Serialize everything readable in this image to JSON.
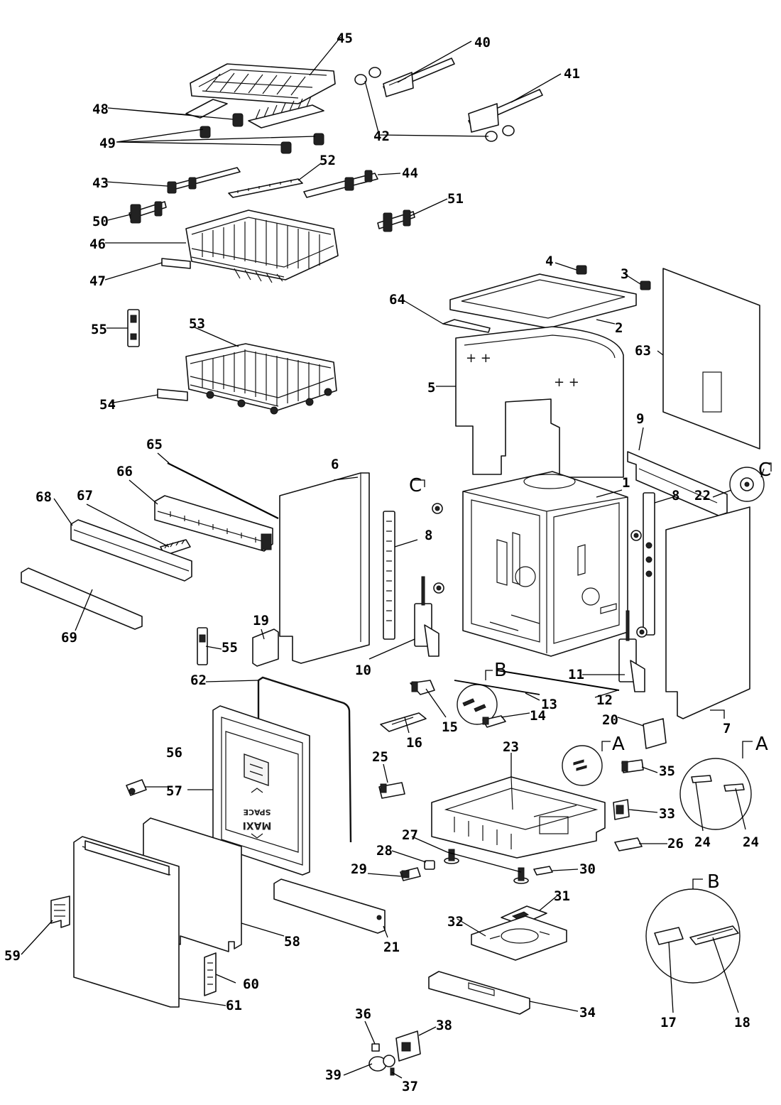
{
  "diagram": {
    "callouts": [
      {
        "id": "c1",
        "label": "1"
      },
      {
        "id": "c2",
        "label": "2"
      },
      {
        "id": "c3",
        "label": "3"
      },
      {
        "id": "c4",
        "label": "4"
      },
      {
        "id": "c5",
        "label": "5"
      },
      {
        "id": "c6",
        "label": "6"
      },
      {
        "id": "c7",
        "label": "7"
      },
      {
        "id": "c8a",
        "label": "8"
      },
      {
        "id": "c8b",
        "label": "8"
      },
      {
        "id": "c9",
        "label": "9"
      },
      {
        "id": "c10",
        "label": "10"
      },
      {
        "id": "c11",
        "label": "11"
      },
      {
        "id": "c12",
        "label": "12"
      },
      {
        "id": "c13",
        "label": "13"
      },
      {
        "id": "c14",
        "label": "14"
      },
      {
        "id": "c15",
        "label": "15"
      },
      {
        "id": "c16",
        "label": "16"
      },
      {
        "id": "c17",
        "label": "17"
      },
      {
        "id": "c18",
        "label": "18"
      },
      {
        "id": "c19",
        "label": "19"
      },
      {
        "id": "c20",
        "label": "20"
      },
      {
        "id": "c21",
        "label": "21"
      },
      {
        "id": "c22",
        "label": "22"
      },
      {
        "id": "c23",
        "label": "23"
      },
      {
        "id": "c24a",
        "label": "24"
      },
      {
        "id": "c24b",
        "label": "24"
      },
      {
        "id": "c25",
        "label": "25"
      },
      {
        "id": "c26",
        "label": "26"
      },
      {
        "id": "c27",
        "label": "27"
      },
      {
        "id": "c28",
        "label": "28"
      },
      {
        "id": "c29",
        "label": "29"
      },
      {
        "id": "c30",
        "label": "30"
      },
      {
        "id": "c31",
        "label": "31"
      },
      {
        "id": "c32",
        "label": "32"
      },
      {
        "id": "c33",
        "label": "33"
      },
      {
        "id": "c34",
        "label": "34"
      },
      {
        "id": "c35",
        "label": "35"
      },
      {
        "id": "c36",
        "label": "36"
      },
      {
        "id": "c37",
        "label": "37"
      },
      {
        "id": "c38",
        "label": "38"
      },
      {
        "id": "c39",
        "label": "39"
      },
      {
        "id": "c40",
        "label": "40"
      },
      {
        "id": "c41",
        "label": "41"
      },
      {
        "id": "c42",
        "label": "42"
      },
      {
        "id": "c43",
        "label": "43"
      },
      {
        "id": "c44",
        "label": "44"
      },
      {
        "id": "c45",
        "label": "45"
      },
      {
        "id": "c46",
        "label": "46"
      },
      {
        "id": "c47",
        "label": "47"
      },
      {
        "id": "c48",
        "label": "48"
      },
      {
        "id": "c49",
        "label": "49"
      },
      {
        "id": "c50",
        "label": "50"
      },
      {
        "id": "c51",
        "label": "51"
      },
      {
        "id": "c52",
        "label": "52"
      },
      {
        "id": "c53",
        "label": "53"
      },
      {
        "id": "c54",
        "label": "54"
      },
      {
        "id": "c55a",
        "label": "55"
      },
      {
        "id": "c55b",
        "label": "55"
      },
      {
        "id": "c56",
        "label": "56"
      },
      {
        "id": "c57",
        "label": "57"
      },
      {
        "id": "c58",
        "label": "58"
      },
      {
        "id": "c59",
        "label": "59"
      },
      {
        "id": "c60",
        "label": "60"
      },
      {
        "id": "c61",
        "label": "61"
      },
      {
        "id": "c62",
        "label": "62"
      },
      {
        "id": "c63",
        "label": "63"
      },
      {
        "id": "c64",
        "label": "64"
      },
      {
        "id": "c65",
        "label": "65"
      },
      {
        "id": "c66",
        "label": "66"
      },
      {
        "id": "c67",
        "label": "67"
      },
      {
        "id": "c68",
        "label": "68"
      },
      {
        "id": "c69",
        "label": "69"
      }
    ],
    "detail_markers": {
      "a_ref": "A",
      "a_detail": "A",
      "b_ref": "B",
      "b_detail": "B",
      "c_ref": "C",
      "c_detail": "C"
    },
    "door_logo": {
      "line1": "MAXI",
      "line2": "SPACE"
    }
  }
}
